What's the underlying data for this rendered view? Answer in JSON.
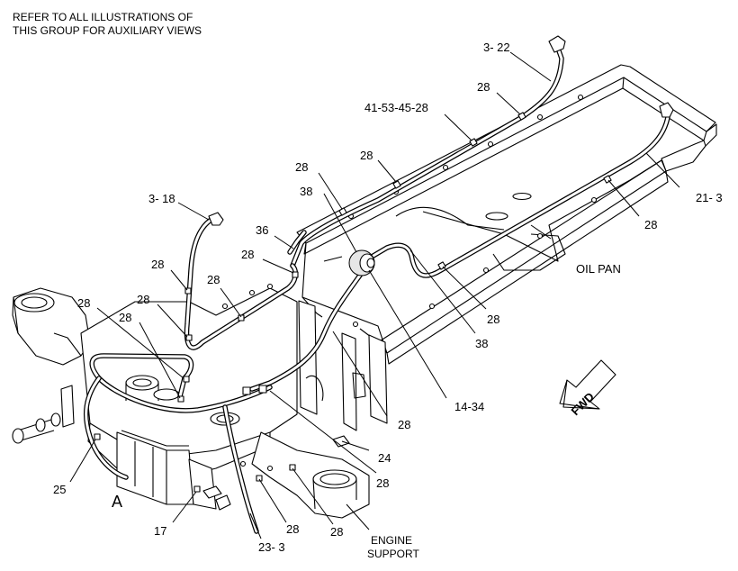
{
  "notes": {
    "line1": "REFER TO ALL ILLUSTRATIONS OF",
    "line2": "THIS GROUP FOR AUXILIARY VIEWS"
  },
  "callouts": {
    "c_3_22": "3- 22",
    "c_28_a": "28",
    "c_41": "41-53-45-28",
    "c_28_b": "28",
    "c_28_c": "28",
    "c_38_a": "38",
    "c_21_3": "21- 3",
    "c_3_18": "3- 18",
    "c_28_d": "28",
    "c_36": "36",
    "c_28_e": "28",
    "c_28_f": "28",
    "c_28_g": "28",
    "c_28_h": "28",
    "c_28_i": "28",
    "c_28_j": "28",
    "oil_pan": "OIL PAN",
    "c_28_k": "28",
    "c_38_b": "38",
    "c_14_34": "14-34",
    "c_28_l": "28",
    "c_24": "24",
    "c_28_m": "28",
    "c_25": "25",
    "view_a": "A",
    "c_17": "17",
    "c_28_n": "28",
    "c_28_o": "28",
    "c_23_3": "23- 3",
    "engine1": "ENGINE",
    "engine2": "SUPPORT"
  },
  "fwd_arrow": {
    "label": "FWD"
  }
}
